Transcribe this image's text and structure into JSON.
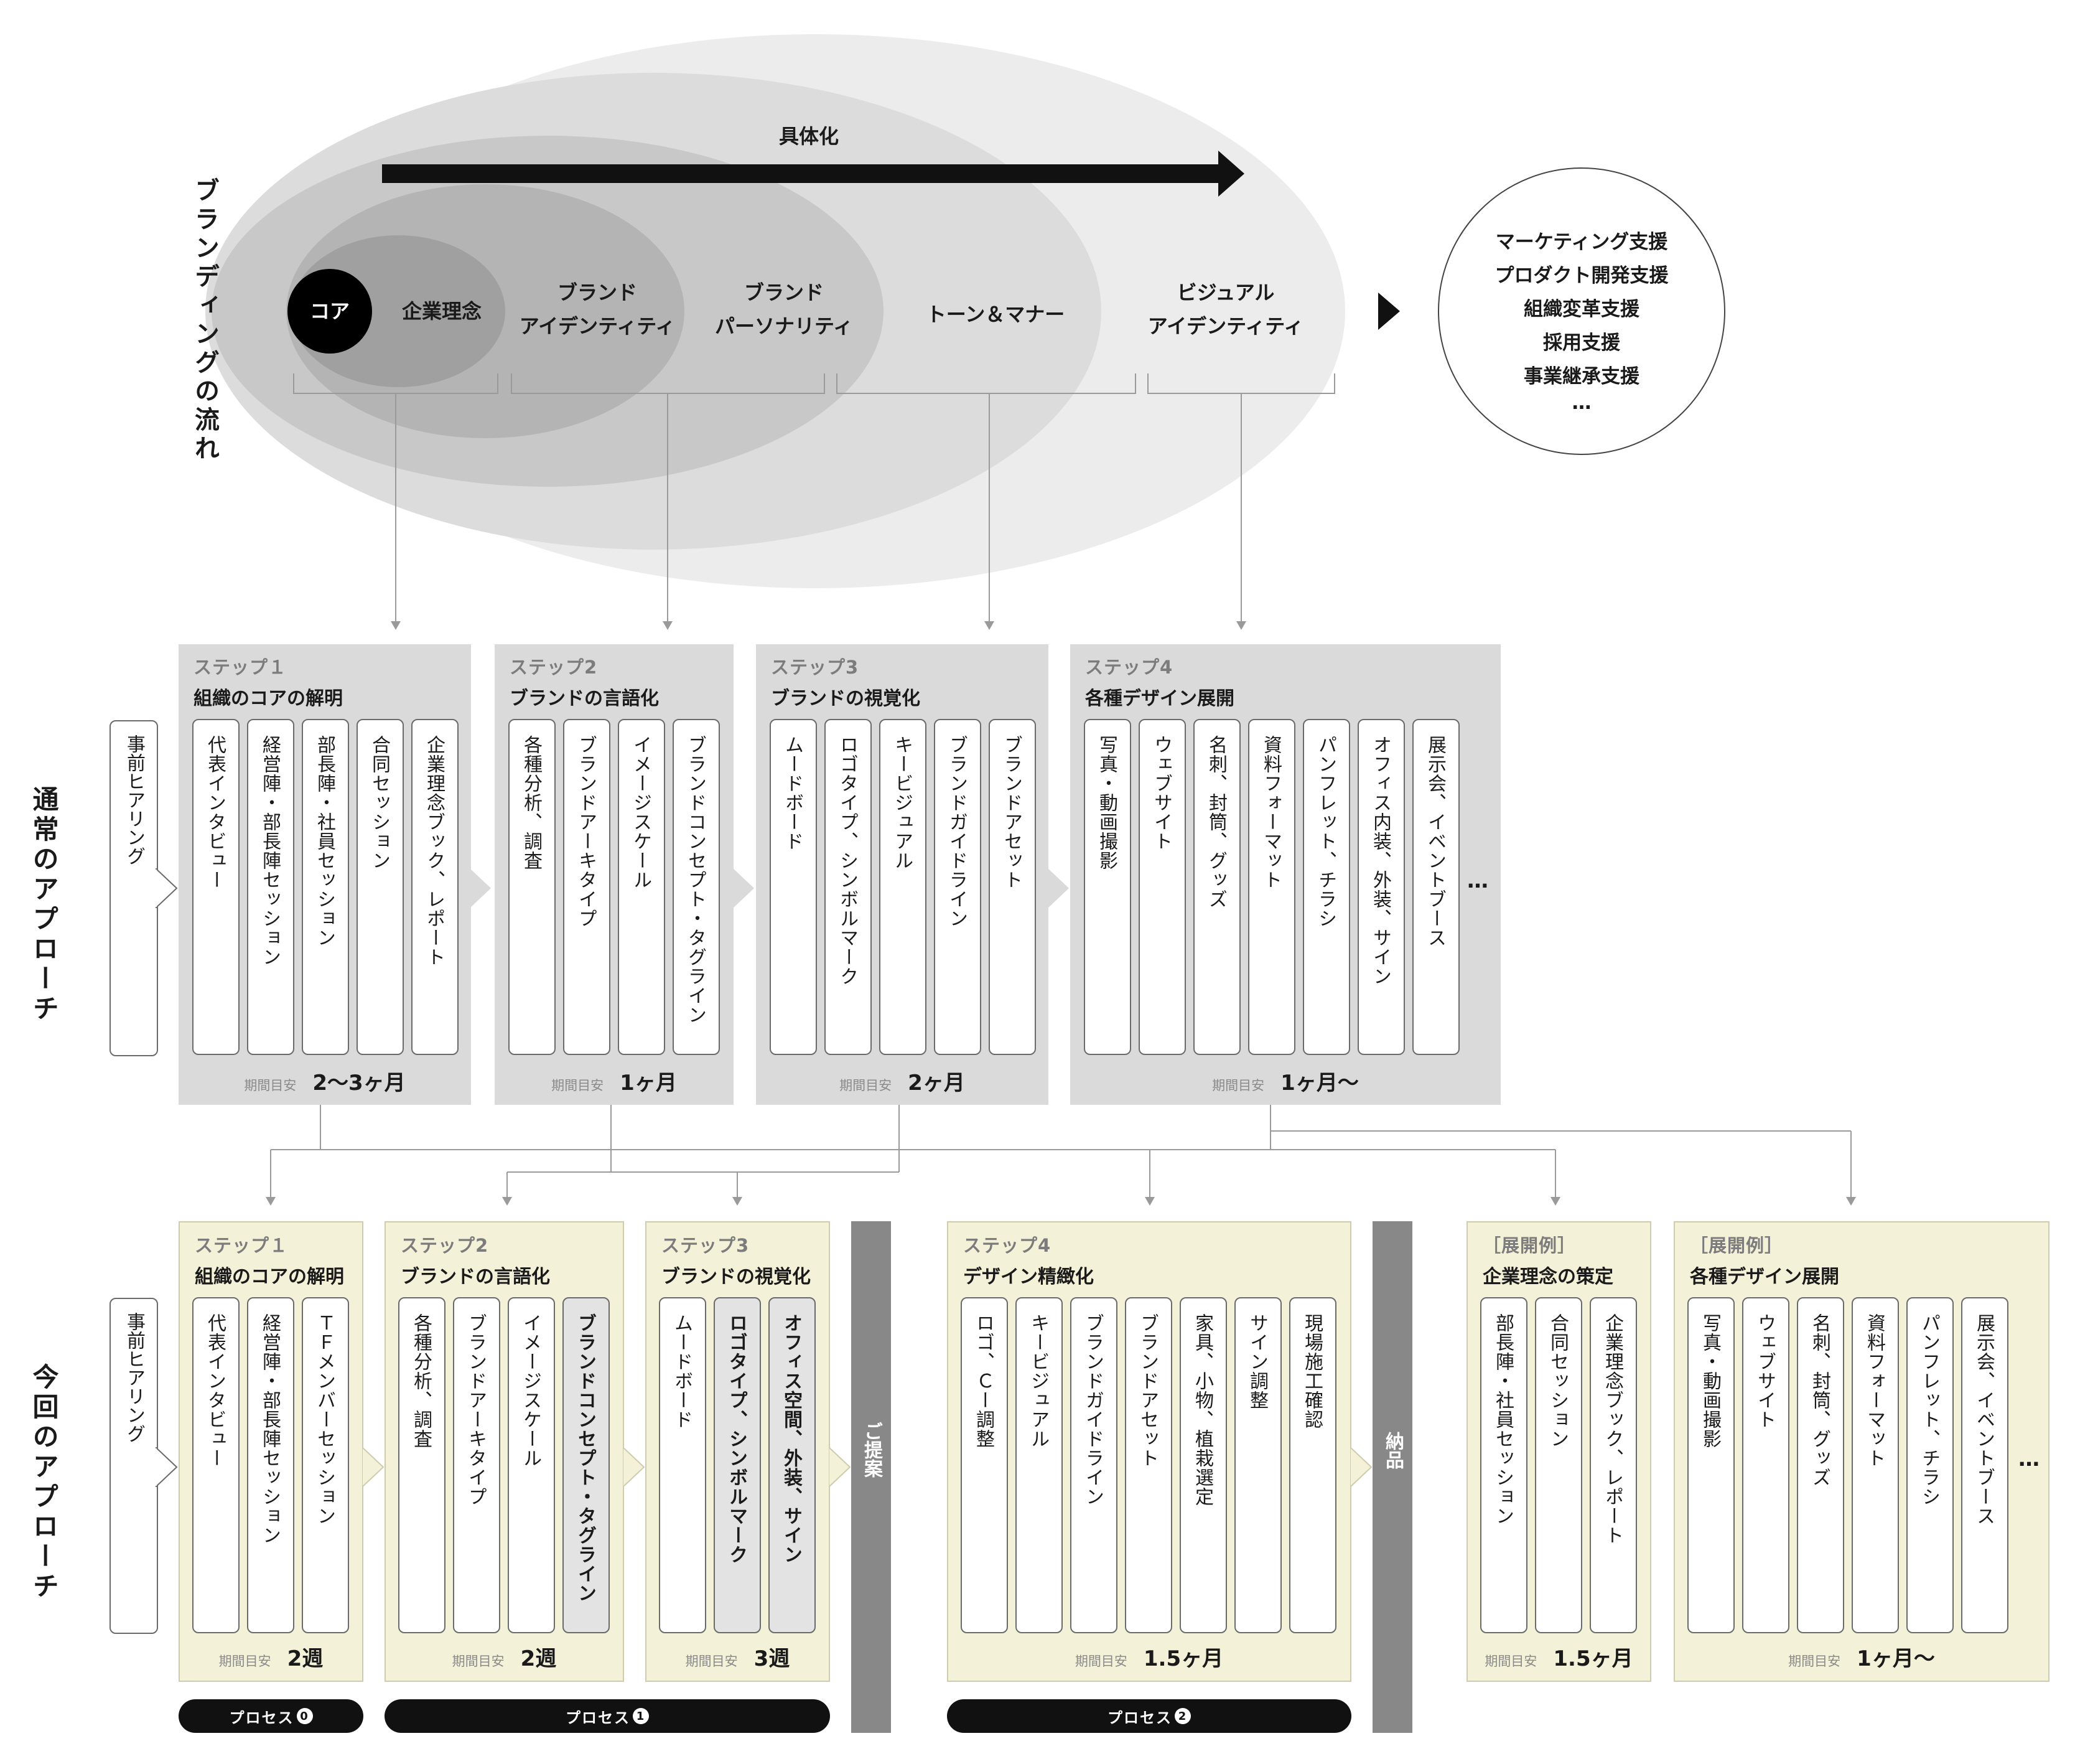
{
  "flow": {
    "side_label": "ブランディングの流れ",
    "arrow_label": "具体化",
    "core": "コア",
    "layers": [
      "企業理念",
      "ブランド\nアイデンティティ",
      "ブランド\nパーソナリティ",
      "トーン＆マナー",
      "ビジュアル\nアイデンティティ"
    ],
    "support_items": [
      "マーケティング支援",
      "プロダクト開発支援",
      "組織変革支援",
      "採用支援",
      "事業継承支援",
      "…"
    ]
  },
  "normal": {
    "side_label": "通常のアプローチ",
    "pre": "事前ヒアリング",
    "period_label": "期間目安",
    "steps": [
      {
        "no": "ステップ１",
        "title": "組織のコアの解明",
        "cards": [
          "代表インタビュー",
          "経営陣・部長陣セッション",
          "部長陣・社員セッション",
          "合同セッション",
          "企業理念ブック、レポート"
        ],
        "period": "2〜3ヶ月"
      },
      {
        "no": "ステップ2",
        "title": "ブランドの言語化",
        "cards": [
          "各種分析、調査",
          "ブランドアーキタイプ",
          "イメージスケール",
          "ブランドコンセプト・タグライン"
        ],
        "period": "1ヶ月"
      },
      {
        "no": "ステップ3",
        "title": "ブランドの視覚化",
        "cards": [
          "ムードボード",
          "ロゴタイプ、シンボルマーク",
          "キービジュアル",
          "ブランドガイドライン",
          "ブランドアセット"
        ],
        "period": "2ヶ月"
      },
      {
        "no": "ステップ4",
        "title": "各種デザイン展開",
        "cards": [
          "写真・動画撮影",
          "ウェブサイト",
          "名刺、封筒、グッズ",
          "資料フォーマット",
          "パンフレット、チラシ",
          "オフィス内装、外装、サイン",
          "展示会、イベントブース"
        ],
        "period": "1ヶ月〜",
        "more": "…"
      }
    ]
  },
  "current": {
    "side_label": "今回のアプローチ",
    "pre": "事前ヒアリング",
    "period_label": "期間目安",
    "steps": [
      {
        "no": "ステップ１",
        "title": "組織のコアの解明",
        "cards": [
          "代表インタビュー",
          "経営陣・部長陣セッション",
          "ＴＦメンバーセッション"
        ],
        "highlight": [],
        "period": "2週"
      },
      {
        "no": "ステップ2",
        "title": "ブランドの言語化",
        "cards": [
          "各種分析、調査",
          "ブランドアーキタイプ",
          "イメージスケール",
          "ブランドコンセプト・タグライン"
        ],
        "highlight": [
          3
        ],
        "period": "2週"
      },
      {
        "no": "ステップ3",
        "title": "ブランドの視覚化",
        "cards": [
          "ムードボード",
          "ロゴタイプ、シンボルマーク",
          "オフィス空間、外装、サイン"
        ],
        "highlight": [
          1,
          2
        ],
        "period": "3週"
      },
      {
        "no": "ステップ4",
        "title": "デザイン精緻化",
        "cards": [
          "ロゴ、Ｃー調整",
          "キービジュアル",
          "ブランドガイドライン",
          "ブランドアセット",
          "家具、小物、植栽選定",
          "サイン調整",
          "現場施工確認"
        ],
        "highlight": [],
        "period": "1.5ヶ月"
      },
      {
        "no": "［展開例］",
        "title": "企業理念の策定",
        "cards": [
          "部長陣・社員セッション",
          "合同セッション",
          "企業理念ブック、レポート"
        ],
        "highlight": [],
        "period": "1.5ヶ月"
      },
      {
        "no": "［展開例］",
        "title": "各種デザイン展開",
        "cards": [
          "写真・動画撮影",
          "ウェブサイト",
          "名刺、封筒、グッズ",
          "資料フォーマット",
          "パンフレット、チラシ",
          "展示会、イベントブース"
        ],
        "highlight": [],
        "period": "1ヶ月〜",
        "more": "…"
      }
    ],
    "proposal": "ご提案",
    "delivery": "納品",
    "process_labels": [
      "プロセス",
      "プロセス",
      "プロセス"
    ],
    "process_nums": [
      "0",
      "1",
      "2"
    ]
  }
}
